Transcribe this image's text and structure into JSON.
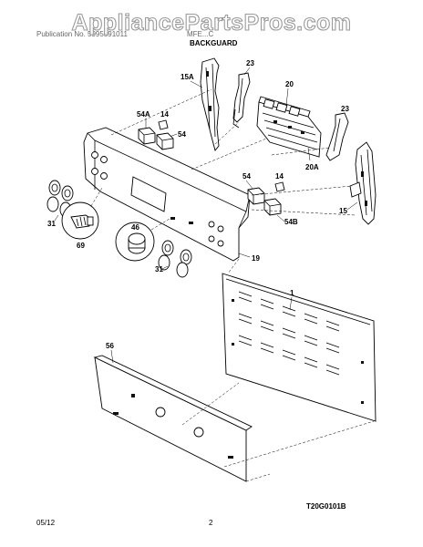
{
  "watermark": "AppliancePartsPros.com",
  "header": {
    "faint_left": "Publication No. 5995591011",
    "faint_right": "MFE...C",
    "section_title": "BACKGUARD"
  },
  "callouts": {
    "c15A": "15A",
    "c23_left": "23",
    "c20": "20",
    "c23_right": "23",
    "c54A": "54A",
    "c14_top": "14",
    "c54_top": "54",
    "c20A": "20A",
    "c54_mid": "54",
    "c14_mid": "14",
    "c15": "15",
    "c31_left": "31",
    "c69": "69",
    "c46": "46",
    "c54B": "54B",
    "c31_bottom": "31",
    "c19": "19",
    "c1": "1",
    "c56": "56"
  },
  "figure_code": "T20G0101B",
  "footer": {
    "date": "05/12",
    "page_number": "2"
  }
}
